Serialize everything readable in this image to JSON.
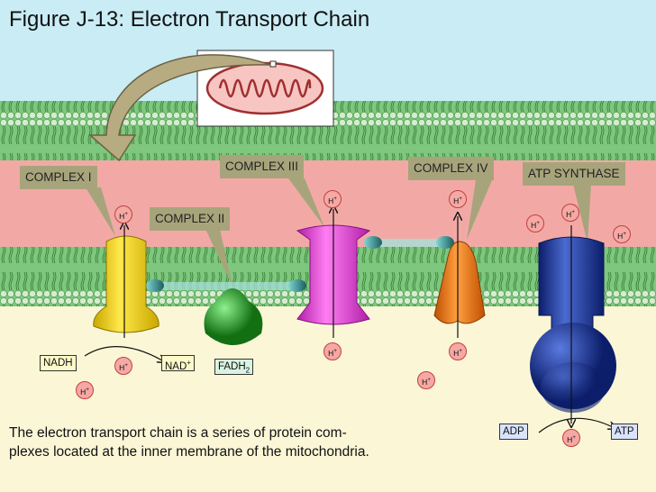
{
  "title": "Figure J-13: Electron Transport Chain",
  "caption": "The electron transport chain is a series of protein com-plexes located at the inner membrane of the mitochondria.",
  "caption_line1": "The electron transport chain is a series of protein com-",
  "caption_line2": "plexes located at the inner membrane of the mitochondria.",
  "labels": {
    "complex1": "COMPLEX I",
    "complex2": "COMPLEX II",
    "complex3": "COMPLEX III",
    "complex4": "COMPLEX IV",
    "atp_synthase": "ATP SYNTHASE"
  },
  "molecules": {
    "nadh": "NADH",
    "nad": "NAD",
    "nad_sup": "+",
    "fadh": "FADH",
    "fadh_sub": "2",
    "adp": "ADP",
    "atp": "ATP"
  },
  "ion": {
    "symbol": "H",
    "charge": "+"
  },
  "colors": {
    "sky": "#c9ecf5",
    "membrane_green": "#6fbf73",
    "intermembrane_pink": "#f2a9a6",
    "matrix": "#fbf6d6",
    "complex1": "#f2d200",
    "complex2": "#2aa52a",
    "complex3": "#e640d8",
    "complex4": "#f08020",
    "atp_synthase": "#1f3c9c",
    "label_box": "#a7a47b"
  }
}
